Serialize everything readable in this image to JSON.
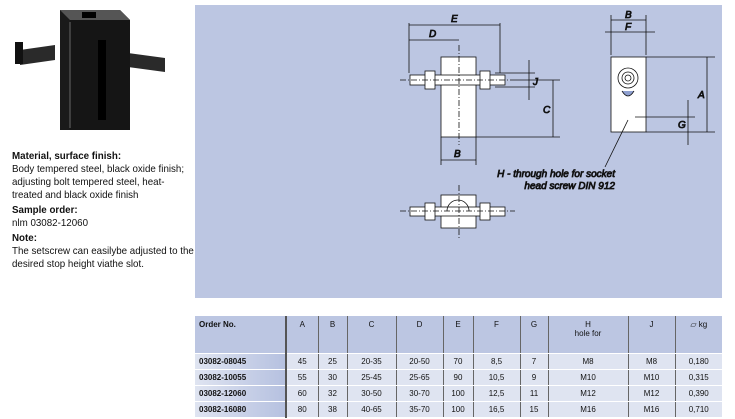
{
  "description": {
    "material_heading": "Material, surface finish:",
    "material_text": "Body tempered steel, black oxide finish; adjusting bolt tempered steel, heat-treated and black oxide finish",
    "sample_heading": "Sample order:",
    "sample_text": "nlm 03082-12060",
    "note_heading": "Note:",
    "note_text": "The setscrew can easilybe adjusted to the desired stop height viathe slot."
  },
  "drawing": {
    "labels": {
      "E": "E",
      "D": "D",
      "J": "J",
      "C": "C",
      "B_front": "B",
      "B_side": "B",
      "F": "F",
      "A": "A",
      "G": "G"
    },
    "note_line1": "H - through hole for socket",
    "note_line2": "head screw DIN 912"
  },
  "table": {
    "headers": [
      "Order No.",
      "A",
      "B",
      "C",
      "D",
      "E",
      "F",
      "G",
      "H",
      "J",
      "kg"
    ],
    "h_sub": "hole for",
    "rows": [
      [
        "03082-08045",
        "45",
        "25",
        "20-35",
        "20-50",
        "70",
        "8,5",
        "7",
        "M8",
        "M8",
        "0,180"
      ],
      [
        "03082-10055",
        "55",
        "30",
        "25-45",
        "25-65",
        "90",
        "10,5",
        "9",
        "M10",
        "M10",
        "0,315"
      ],
      [
        "03082-12060",
        "60",
        "32",
        "30-50",
        "30-70",
        "100",
        "12,5",
        "11",
        "M12",
        "M12",
        "0,390"
      ],
      [
        "03082-16080",
        "80",
        "38",
        "40-65",
        "35-70",
        "100",
        "16,5",
        "15",
        "M16",
        "M16",
        "0,710"
      ]
    ]
  }
}
